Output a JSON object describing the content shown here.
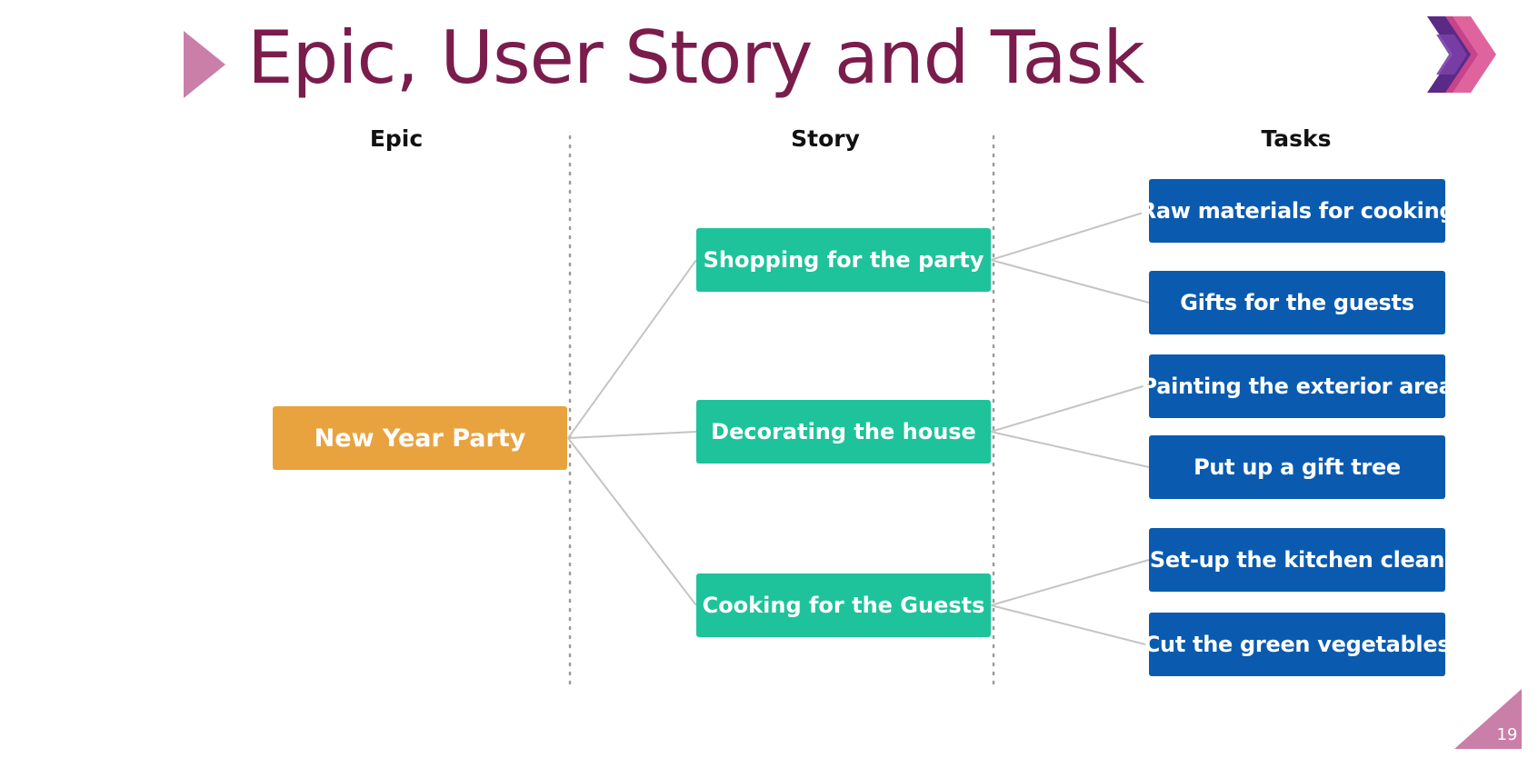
{
  "slide": {
    "title": "Epic, User Story and Task",
    "page_number": "19"
  },
  "columns": {
    "epic": "Epic",
    "story": "Story",
    "tasks": "Tasks"
  },
  "epic": {
    "label": "New Year Party"
  },
  "stories": [
    {
      "label": "Shopping for the party"
    },
    {
      "label": "Decorating the house"
    },
    {
      "label": "Cooking for the Guests"
    }
  ],
  "tasks": [
    {
      "label": "Raw materials for cooking",
      "story": 0
    },
    {
      "label": "Gifts for the guests",
      "story": 0
    },
    {
      "label": "Painting the exterior area",
      "story": 1
    },
    {
      "label": "Put up a gift tree",
      "story": 1
    },
    {
      "label": "Set-up the kitchen clean",
      "story": 2
    },
    {
      "label": "Cut the green vegetables",
      "story": 2
    }
  ],
  "colors": {
    "title": "#7a1c4c",
    "bullet": "#c97fa8",
    "epic_box": "#e8a33f",
    "story_box": "#1ec39b",
    "task_box": "#0a5bb0",
    "connector": "#c4c4c4",
    "divider": "#9a9a9a",
    "logo_dark": "#5b2a86",
    "logo_light": "#d9498c",
    "page_corner": "#c97fa8"
  },
  "icons": {
    "title_bullet": "triangle-right-icon",
    "logo": "double-chevron-right-icon"
  }
}
